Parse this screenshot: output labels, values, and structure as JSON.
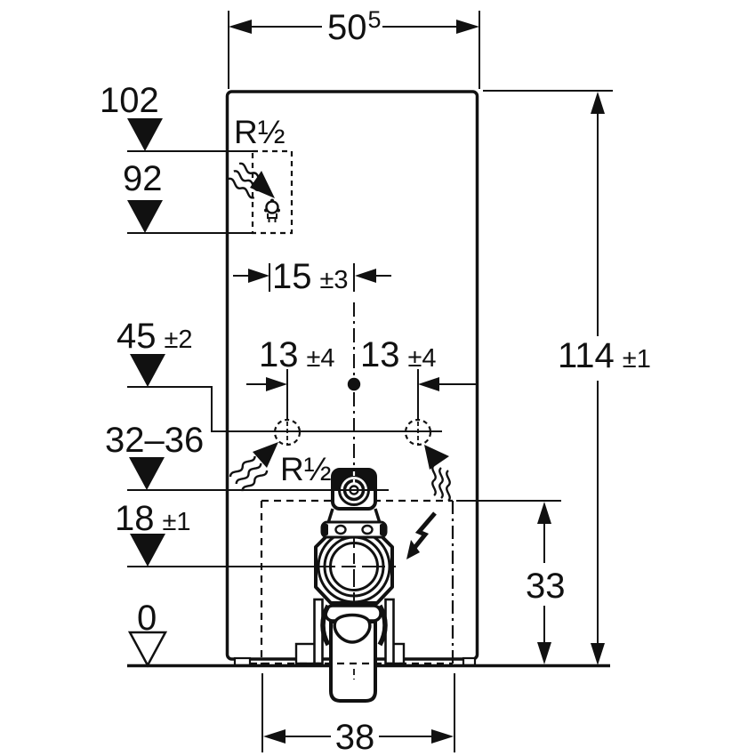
{
  "drawing": {
    "kind": "technical installation dimension drawing",
    "colors": {
      "line": "#111111",
      "background": "#ffffff"
    },
    "labels": {
      "width_top": {
        "value": "50",
        "sup": "5"
      },
      "height_overall": {
        "value": "114",
        "tol": "±1"
      },
      "level_102": {
        "value": "102"
      },
      "level_92": {
        "value": "92"
      },
      "level_45": {
        "value": "45",
        "tol": "±2"
      },
      "level_32_36": {
        "value": "32–36"
      },
      "level_18": {
        "value": "18",
        "tol": "±1"
      },
      "level_0": {
        "value": "0"
      },
      "offset_15": {
        "value": "15",
        "tol": "±3"
      },
      "offset_13_left": {
        "value": "13",
        "tol": "±4"
      },
      "offset_13_right": {
        "value": "13",
        "tol": "±4"
      },
      "opening_height": {
        "value": "33"
      },
      "opening_width": {
        "value": "38"
      },
      "thread_top": {
        "value": "R½"
      },
      "thread_mid": {
        "value": "R½"
      }
    },
    "icons": {
      "water_flow": "water-flow-arrow-icon",
      "tap": "tap-icon",
      "electrical": "electrical-connection-icon"
    }
  }
}
